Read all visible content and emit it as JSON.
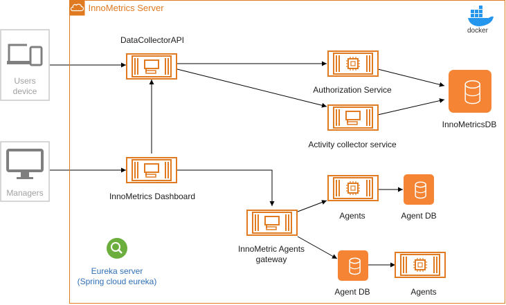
{
  "colors": {
    "aws_orange": "#e07a21",
    "aws_orange_fill": "#f58534",
    "device_gray": "#7f7f7f",
    "eureka_green": "#6cae3e",
    "label_blue": "#2e6fb7",
    "docker_blue": "#2496ed"
  },
  "group": {
    "title": "InnoMetrics Server",
    "icon": "cloud-icon",
    "badge": "docker"
  },
  "users_device": {
    "label": "Users\ndevice",
    "icon": "laptop-phone-icon"
  },
  "managers": {
    "label": "Managers",
    "icon": "monitor-icon"
  },
  "nodes": {
    "datacollector": {
      "label": "DataCollectorAPI",
      "icon": "server-instance-icon"
    },
    "dashboard": {
      "label": "InnoMetrics Dashboard",
      "icon": "server-instance-icon"
    },
    "auth": {
      "label": "Authorization Service",
      "icon": "chip-instance-icon"
    },
    "activity": {
      "label": "Activity collector service",
      "icon": "server-instance-icon"
    },
    "db": {
      "label": "InnoMetricsDB",
      "icon": "database-icon"
    },
    "gateway": {
      "label": "InnoMetric Agents\ngateway",
      "icon": "server-instance-icon"
    },
    "agents1": {
      "label": "Agents",
      "icon": "chip-instance-icon"
    },
    "agentdb1": {
      "label": "Agent DB",
      "icon": "database-icon"
    },
    "agentdb2": {
      "label": "Agent DB",
      "icon": "database-icon"
    },
    "agents2": {
      "label": "Agents",
      "icon": "chip-instance-icon"
    },
    "eureka": {
      "label": "Eureka server\n(Spring cloud eureka)",
      "icon": "magnifier-icon"
    }
  },
  "edges": [
    {
      "from": "users_device",
      "to": "datacollector"
    },
    {
      "from": "managers",
      "to": "dashboard"
    },
    {
      "from": "dashboard",
      "to": "datacollector"
    },
    {
      "from": "datacollector",
      "to": "auth"
    },
    {
      "from": "datacollector",
      "to": "activity"
    },
    {
      "from": "auth",
      "to": "db"
    },
    {
      "from": "activity",
      "to": "db"
    },
    {
      "from": "dashboard",
      "to": "gateway"
    },
    {
      "from": "gateway",
      "to": "agents1"
    },
    {
      "from": "agents1",
      "to": "agentdb1"
    },
    {
      "from": "gateway",
      "to": "agentdb2"
    },
    {
      "from": "agentdb2",
      "to": "agents2"
    }
  ]
}
